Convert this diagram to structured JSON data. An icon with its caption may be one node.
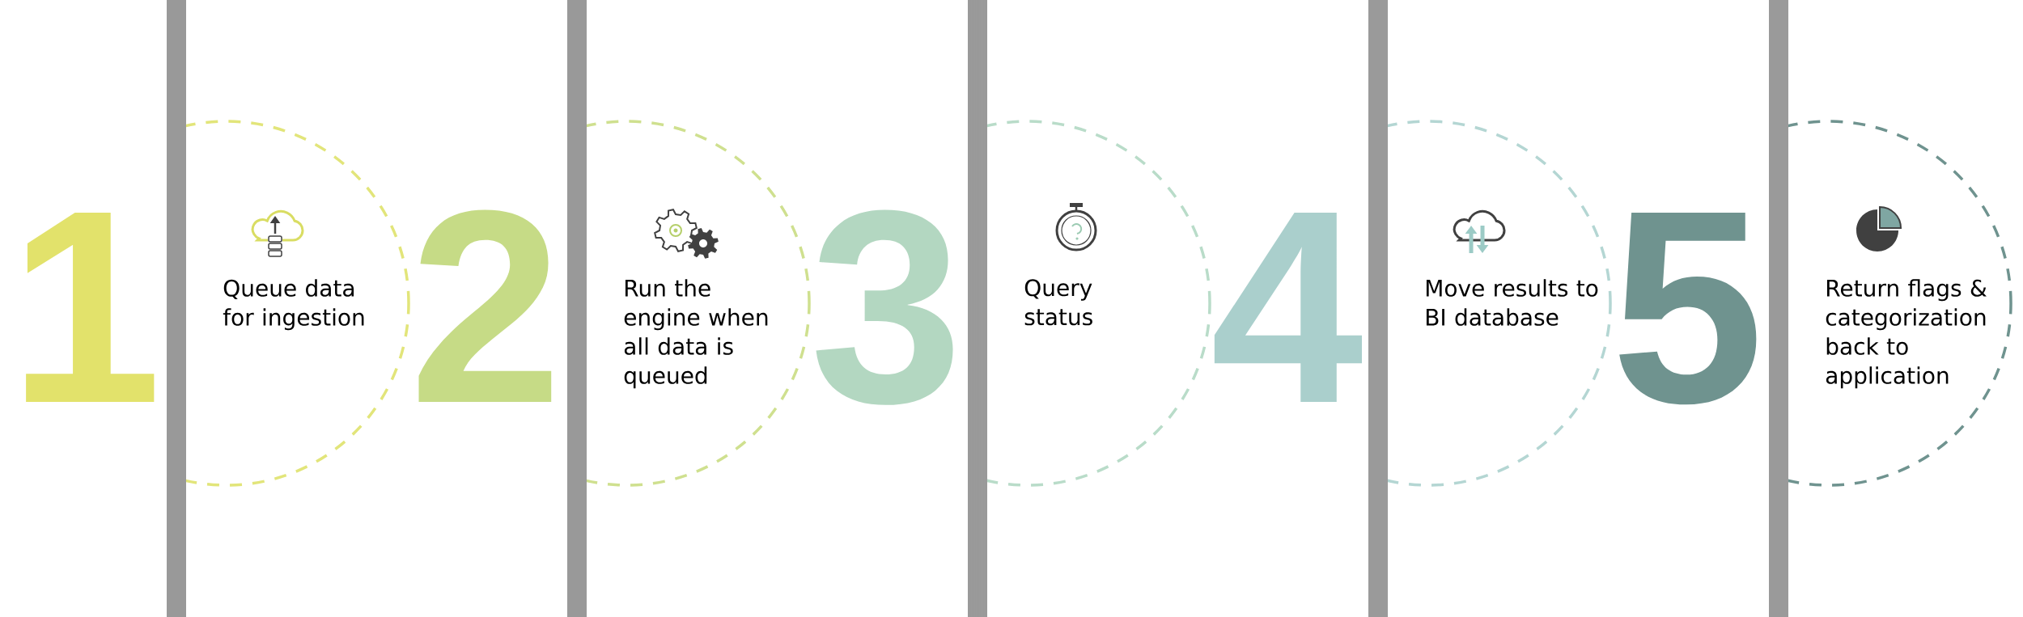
{
  "diagram": {
    "nodes": [
      {
        "text": [
          "1",
          "Queue data for ingestion"
        ]
      },
      {
        "text": [
          "2",
          "Run the engine when all data is queued"
        ]
      },
      {
        "text": [
          "3",
          "Query status"
        ]
      },
      {
        "text": [
          "4",
          "Move results to BI database"
        ]
      },
      {
        "text": [
          "5",
          "Return flags & categorization back to application"
        ]
      }
    ]
  }
}
